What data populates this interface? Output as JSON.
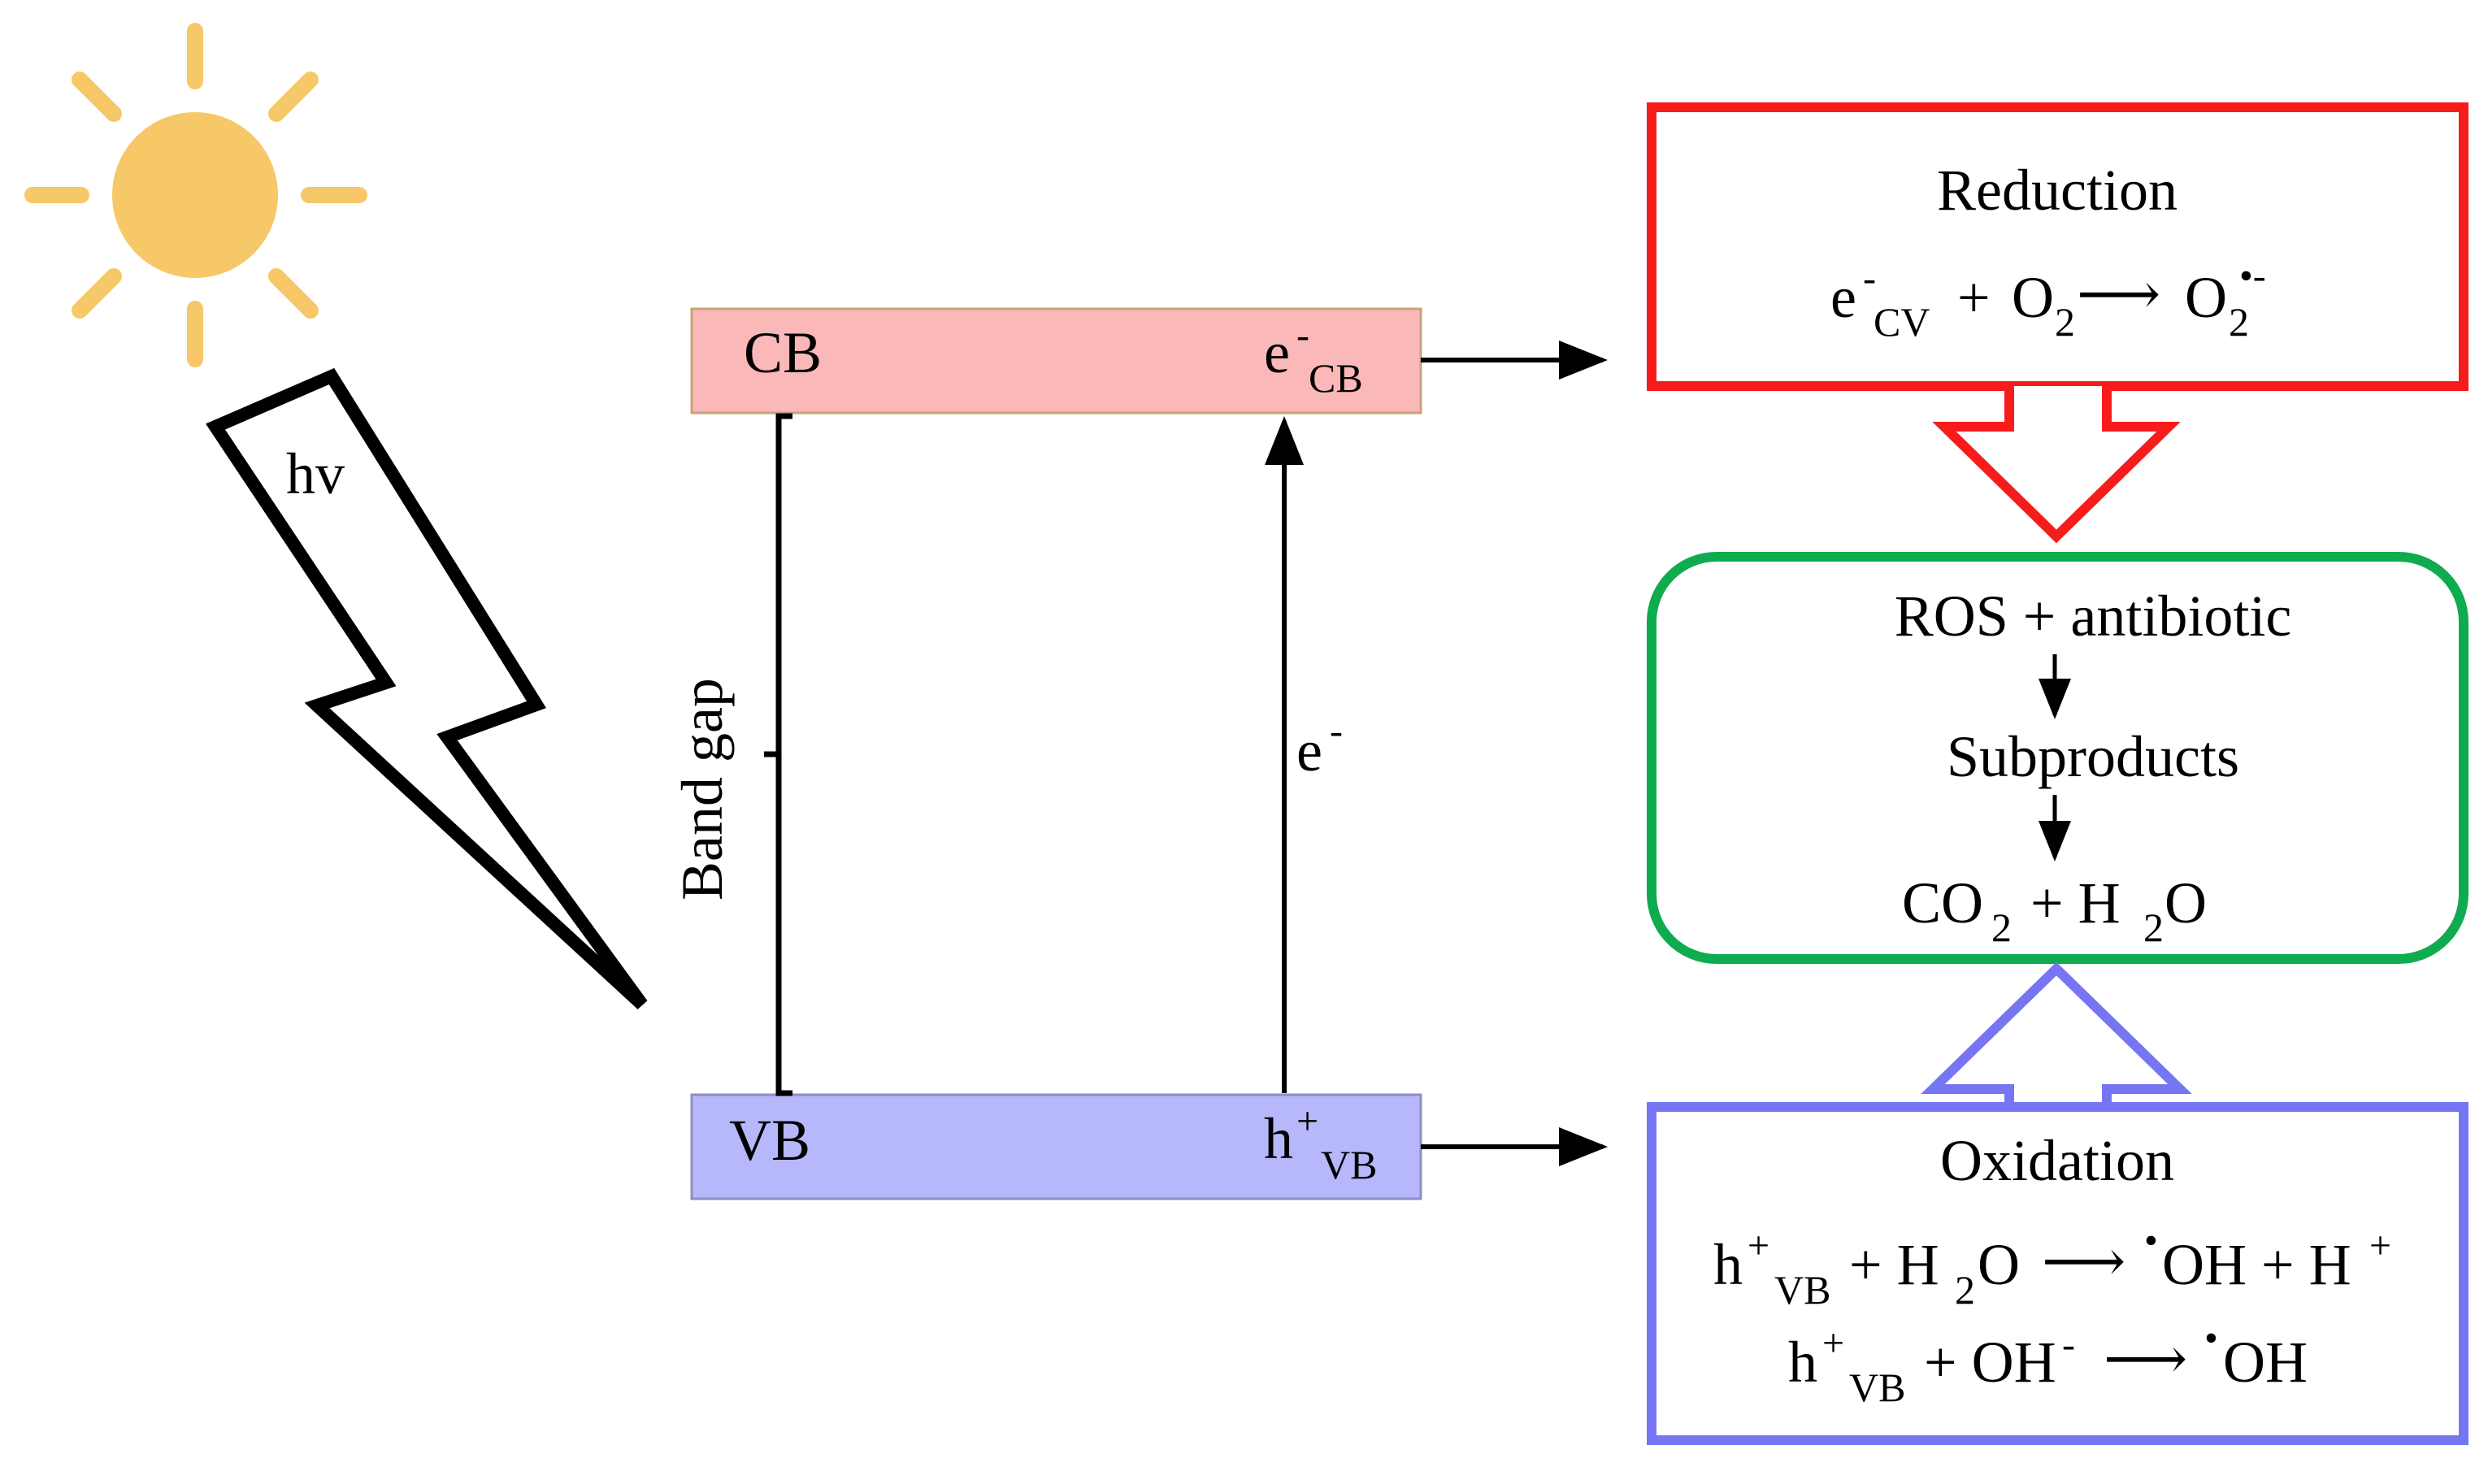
{
  "colors": {
    "sun": "#f7c868",
    "cb_fill": "#fbb8b8",
    "vb_fill": "#b7b8fb",
    "reduction_border": "#f71c1c",
    "ros_border": "#0fab4f",
    "oxidation_border": "#7676f2",
    "line": "#000000"
  },
  "icons": {
    "sun": "sun-icon",
    "lightning": "lightning-bolt-icon"
  },
  "light": {
    "label": "hv"
  },
  "band": {
    "cb_label": "CB",
    "vb_label": "VB",
    "gap_label": "Band gap",
    "cb_carrier": {
      "base": "e",
      "sup": "-",
      "sub": "CB"
    },
    "vb_carrier": {
      "base": "h",
      "sup": "+",
      "sub": "VB"
    },
    "excitation": {
      "base": "e",
      "sup": "-"
    }
  },
  "reduction": {
    "title": "Reduction",
    "eq": {
      "e": "e",
      "e_sup": "-",
      "e_sub": "CV",
      "plus": "+",
      "o2": "O",
      "o2_sub": "2",
      "arrow": "⟶",
      "prod": "O",
      "prod_sub": "2",
      "prod_sup": "•-"
    }
  },
  "ros": {
    "line1": "ROS + antibiotic",
    "line2": "Subproducts",
    "line3": {
      "co": "CO",
      "co_sub": "2",
      "plus": "+ H",
      "h_sub": "2",
      "o": "O"
    }
  },
  "oxidation": {
    "title": "Oxidation",
    "eq1": {
      "h": "h",
      "h_sup": "+",
      "h_sub": "VB",
      "mid": "+ H",
      "h2o_sub": "2",
      "o": "O",
      "arrow": "⟶",
      "dot": "•",
      "oh": "OH + H",
      "tail_sup": "+"
    },
    "eq2": {
      "h": "h",
      "h_sup": "+",
      "h_sub": "VB",
      "mid": "+ OH",
      "mid_sup": "-",
      "arrow": "⟶",
      "dot": "•",
      "oh": "OH"
    }
  }
}
